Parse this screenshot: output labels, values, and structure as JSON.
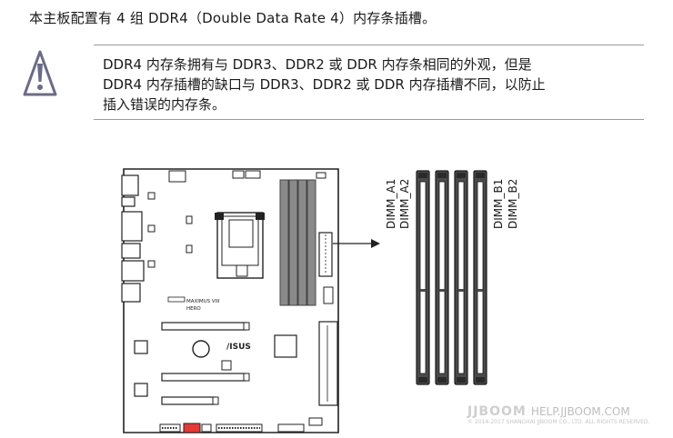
{
  "intro": "本主板配置有 4 组 DDR4（Double Data Rate 4）内存条插槽。",
  "warning": {
    "icon": "warning-icon",
    "lines": [
      "DDR4 内存条拥有与 DDR3、DDR2 或 DDR 内存条相同的外观，但是",
      "DDR4 内存插槽的缺口与 DDR3、DDR2 或 DDR 内存插槽不同，以防止",
      "插入错误的内存条。"
    ]
  },
  "board": {
    "model_line1": "MAXIMUS VIII",
    "model_line2": "HERO",
    "brand": "/ISUS"
  },
  "slots": [
    {
      "label": "DIMM_A1"
    },
    {
      "label": "DIMM_A2"
    },
    {
      "label": "DIMM_B1"
    },
    {
      "label": "DIMM_B2"
    }
  ],
  "watermark": {
    "brand": "JJBOOM",
    "url": "HELP.JJBOOM.COM",
    "copyright": "© 2014-2017 SHANGHAI JJBOOM CO., LTD. ALL RIGHTS RESERVED."
  }
}
